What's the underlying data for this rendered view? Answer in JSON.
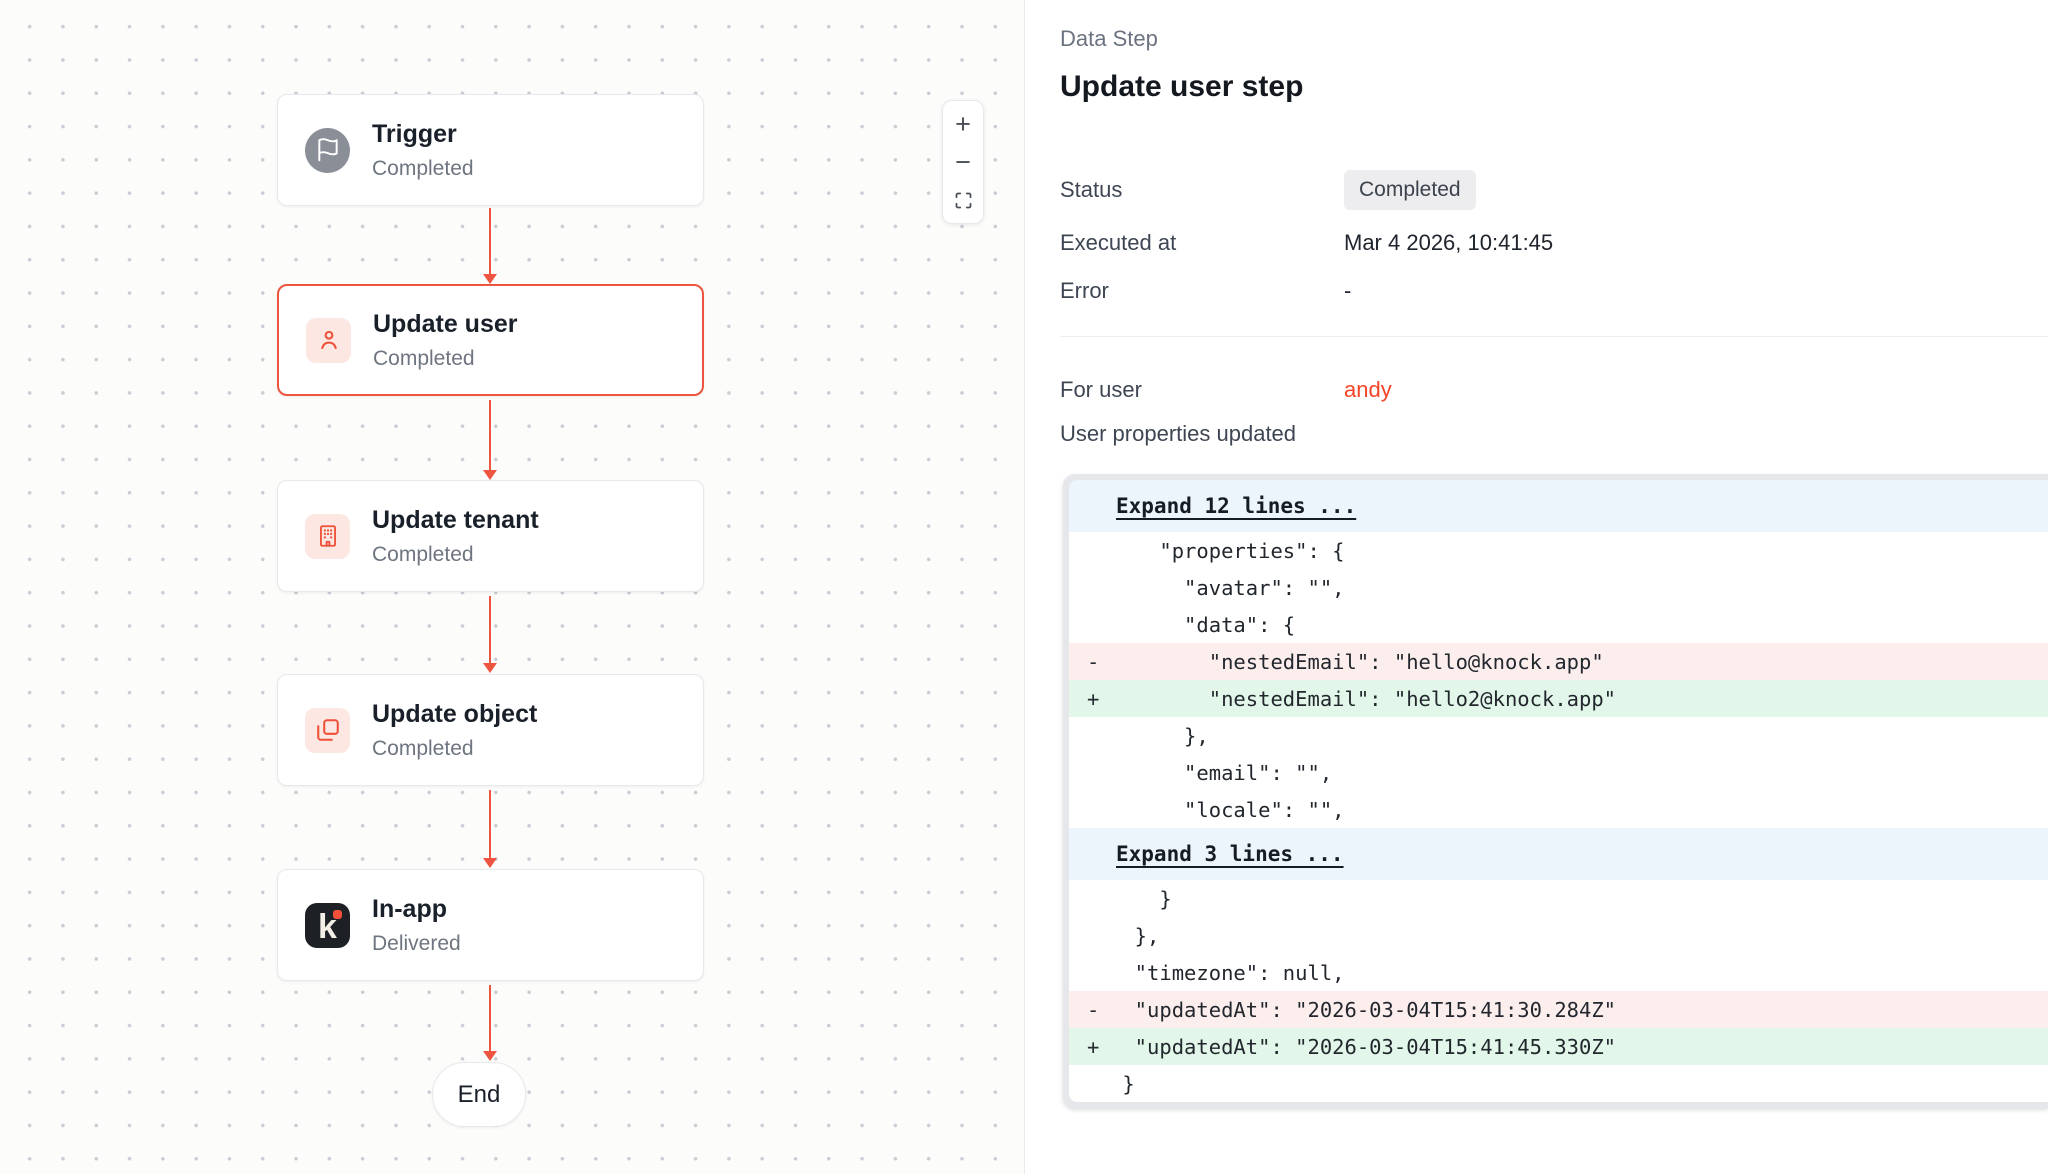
{
  "canvas": {
    "nodes": [
      {
        "title": "Trigger",
        "subtitle": "Completed",
        "icon": "flag-icon",
        "selected": false
      },
      {
        "title": "Update user",
        "subtitle": "Completed",
        "icon": "user-icon",
        "selected": true
      },
      {
        "title": "Update tenant",
        "subtitle": "Completed",
        "icon": "building-icon",
        "selected": false
      },
      {
        "title": "Update object",
        "subtitle": "Completed",
        "icon": "copy-icon",
        "selected": false
      },
      {
        "title": "In-app",
        "subtitle": "Delivered",
        "icon": "knock-logo-icon",
        "selected": false
      }
    ],
    "end_label": "End",
    "zoom_toolbar": {
      "zoom_in": "+",
      "zoom_out": "−"
    }
  },
  "panel": {
    "kicker": "Data Step",
    "title": "Update user step",
    "fields": [
      {
        "label": "Status",
        "value": "Completed"
      },
      {
        "label": "Executed at",
        "value": "Mar 4 2026, 10:41:45"
      },
      {
        "label": "Error",
        "value": "-"
      }
    ],
    "for_user": {
      "label": "For user",
      "value": "andy"
    },
    "diff_heading": "User properties updated",
    "diff": {
      "rows": [
        {
          "type": "expand",
          "text": "Expand 12 lines ..."
        },
        {
          "type": "ctx",
          "text": "    \"properties\": {"
        },
        {
          "type": "ctx",
          "text": "      \"avatar\": \"\","
        },
        {
          "type": "ctx",
          "text": "      \"data\": {"
        },
        {
          "type": "del",
          "sign": "-",
          "text": "        \"nestedEmail\": \"hello@knock.app\""
        },
        {
          "type": "add",
          "sign": "+",
          "text": "        \"nestedEmail\": \"hello2@knock.app\""
        },
        {
          "type": "ctx",
          "text": "      },"
        },
        {
          "type": "ctx",
          "text": "      \"email\": \"\","
        },
        {
          "type": "ctx",
          "text": "      \"locale\": \"\","
        },
        {
          "type": "expand",
          "text": "Expand 3 lines ..."
        },
        {
          "type": "ctx",
          "text": "    }"
        },
        {
          "type": "ctx",
          "text": "  },"
        },
        {
          "type": "ctx",
          "text": "  \"timezone\": null,"
        },
        {
          "type": "del",
          "sign": "-",
          "text": "  \"updatedAt\": \"2026-03-04T15:41:30.284Z\""
        },
        {
          "type": "add",
          "sign": "+",
          "text": "  \"updatedAt\": \"2026-03-04T15:41:45.330Z\""
        },
        {
          "type": "ctx",
          "text": " }"
        }
      ]
    }
  },
  "colors": {
    "accent": "#ee5540",
    "user_link": "#f64226",
    "icon_bg": "#fde7e2",
    "trigger_gray": "#8a8f97",
    "badge_bg": "#ededef",
    "diff_expand_bg": "#ecf4fc",
    "diff_del_bg": "#fdeeee",
    "diff_add_bg": "#e2f7e9",
    "knock_dark": "#1d2126"
  }
}
